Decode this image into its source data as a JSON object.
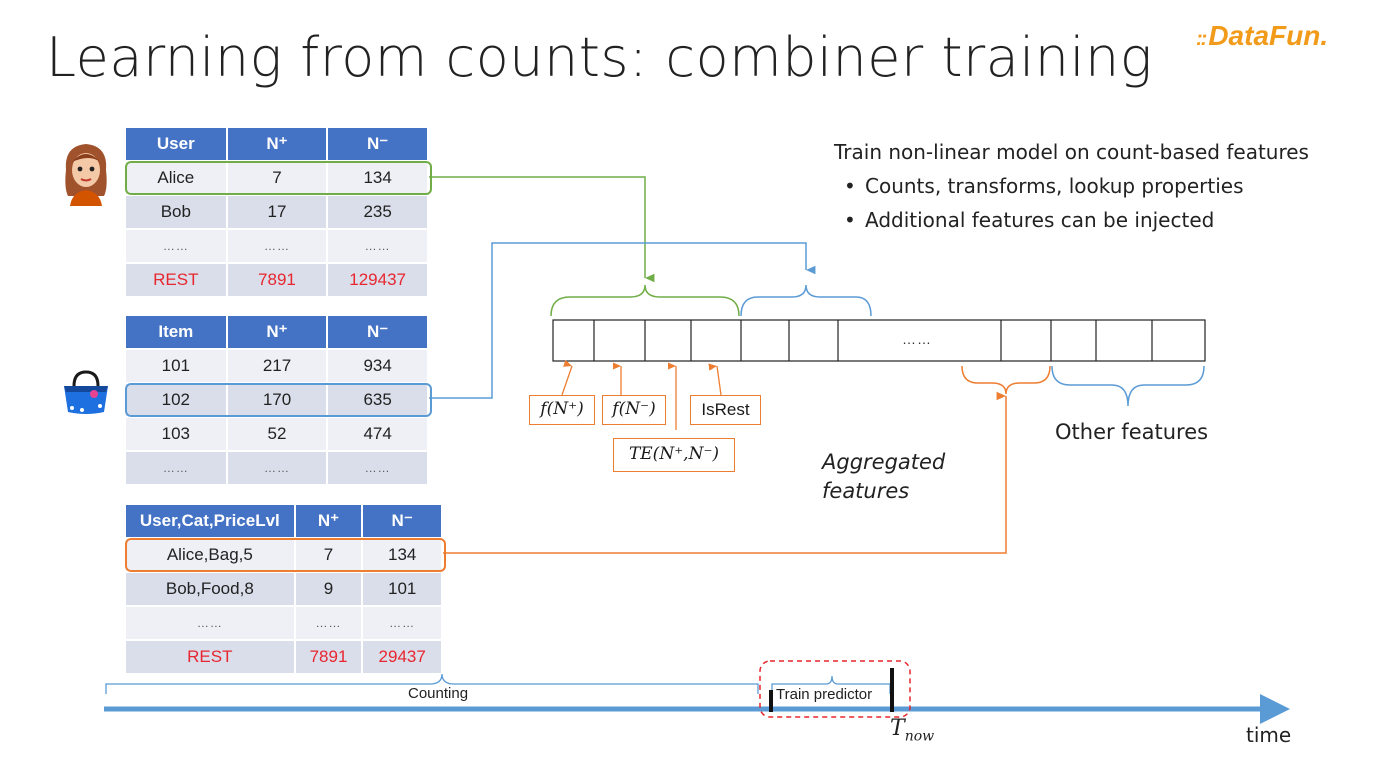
{
  "title": "Learning from counts: combiner training",
  "logo": {
    "dots": "::",
    "text": "DataFun."
  },
  "colors": {
    "header_blue": "#4472c4",
    "green": "#70ad47",
    "blue_line": "#5b9bd5",
    "orange": "#ed7d31",
    "rest_red": "#e8262f"
  },
  "user_table": {
    "headers": [
      "User",
      "N⁺",
      "N⁻"
    ],
    "rows": [
      [
        "Alice",
        "7",
        "134"
      ],
      [
        "Bob",
        "17",
        "235"
      ],
      [
        "……",
        "……",
        "……"
      ],
      [
        "REST",
        "7891",
        "129437"
      ]
    ]
  },
  "item_table": {
    "headers": [
      "Item",
      "N⁺",
      "N⁻"
    ],
    "rows": [
      [
        "101",
        "217",
        "934"
      ],
      [
        "102",
        "170",
        "635"
      ],
      [
        "103",
        "52",
        "474"
      ],
      [
        "……",
        "……",
        "……"
      ]
    ]
  },
  "combo_table": {
    "headers": [
      "User,Cat,PriceLvl",
      "N⁺",
      "N⁻"
    ],
    "rows": [
      [
        "Alice,Bag,5",
        "7",
        "134"
      ],
      [
        "Bob,Food,8",
        "9",
        "101"
      ],
      [
        "……",
        "……",
        "……"
      ],
      [
        "REST",
        "7891",
        "29437"
      ]
    ]
  },
  "bullets": {
    "heading": "Train non-linear model on count-based features",
    "items": [
      "Counts, transforms, lookup properties",
      "Additional features can be injected"
    ]
  },
  "feature_vector": {
    "ellipsis": "……"
  },
  "feature_tags": {
    "f_pos": "f(N⁺)",
    "f_neg": "f(N⁻)",
    "isrest": "IsRest",
    "te": "TE(N⁺,N⁻)"
  },
  "aggregated_label": [
    "Aggregated",
    "features"
  ],
  "other_features_label": "Other features",
  "timeline": {
    "counting": "Counting",
    "train_predictor": "Train predictor",
    "tnow_main": "T",
    "tnow_sub": "now",
    "time": "time"
  }
}
